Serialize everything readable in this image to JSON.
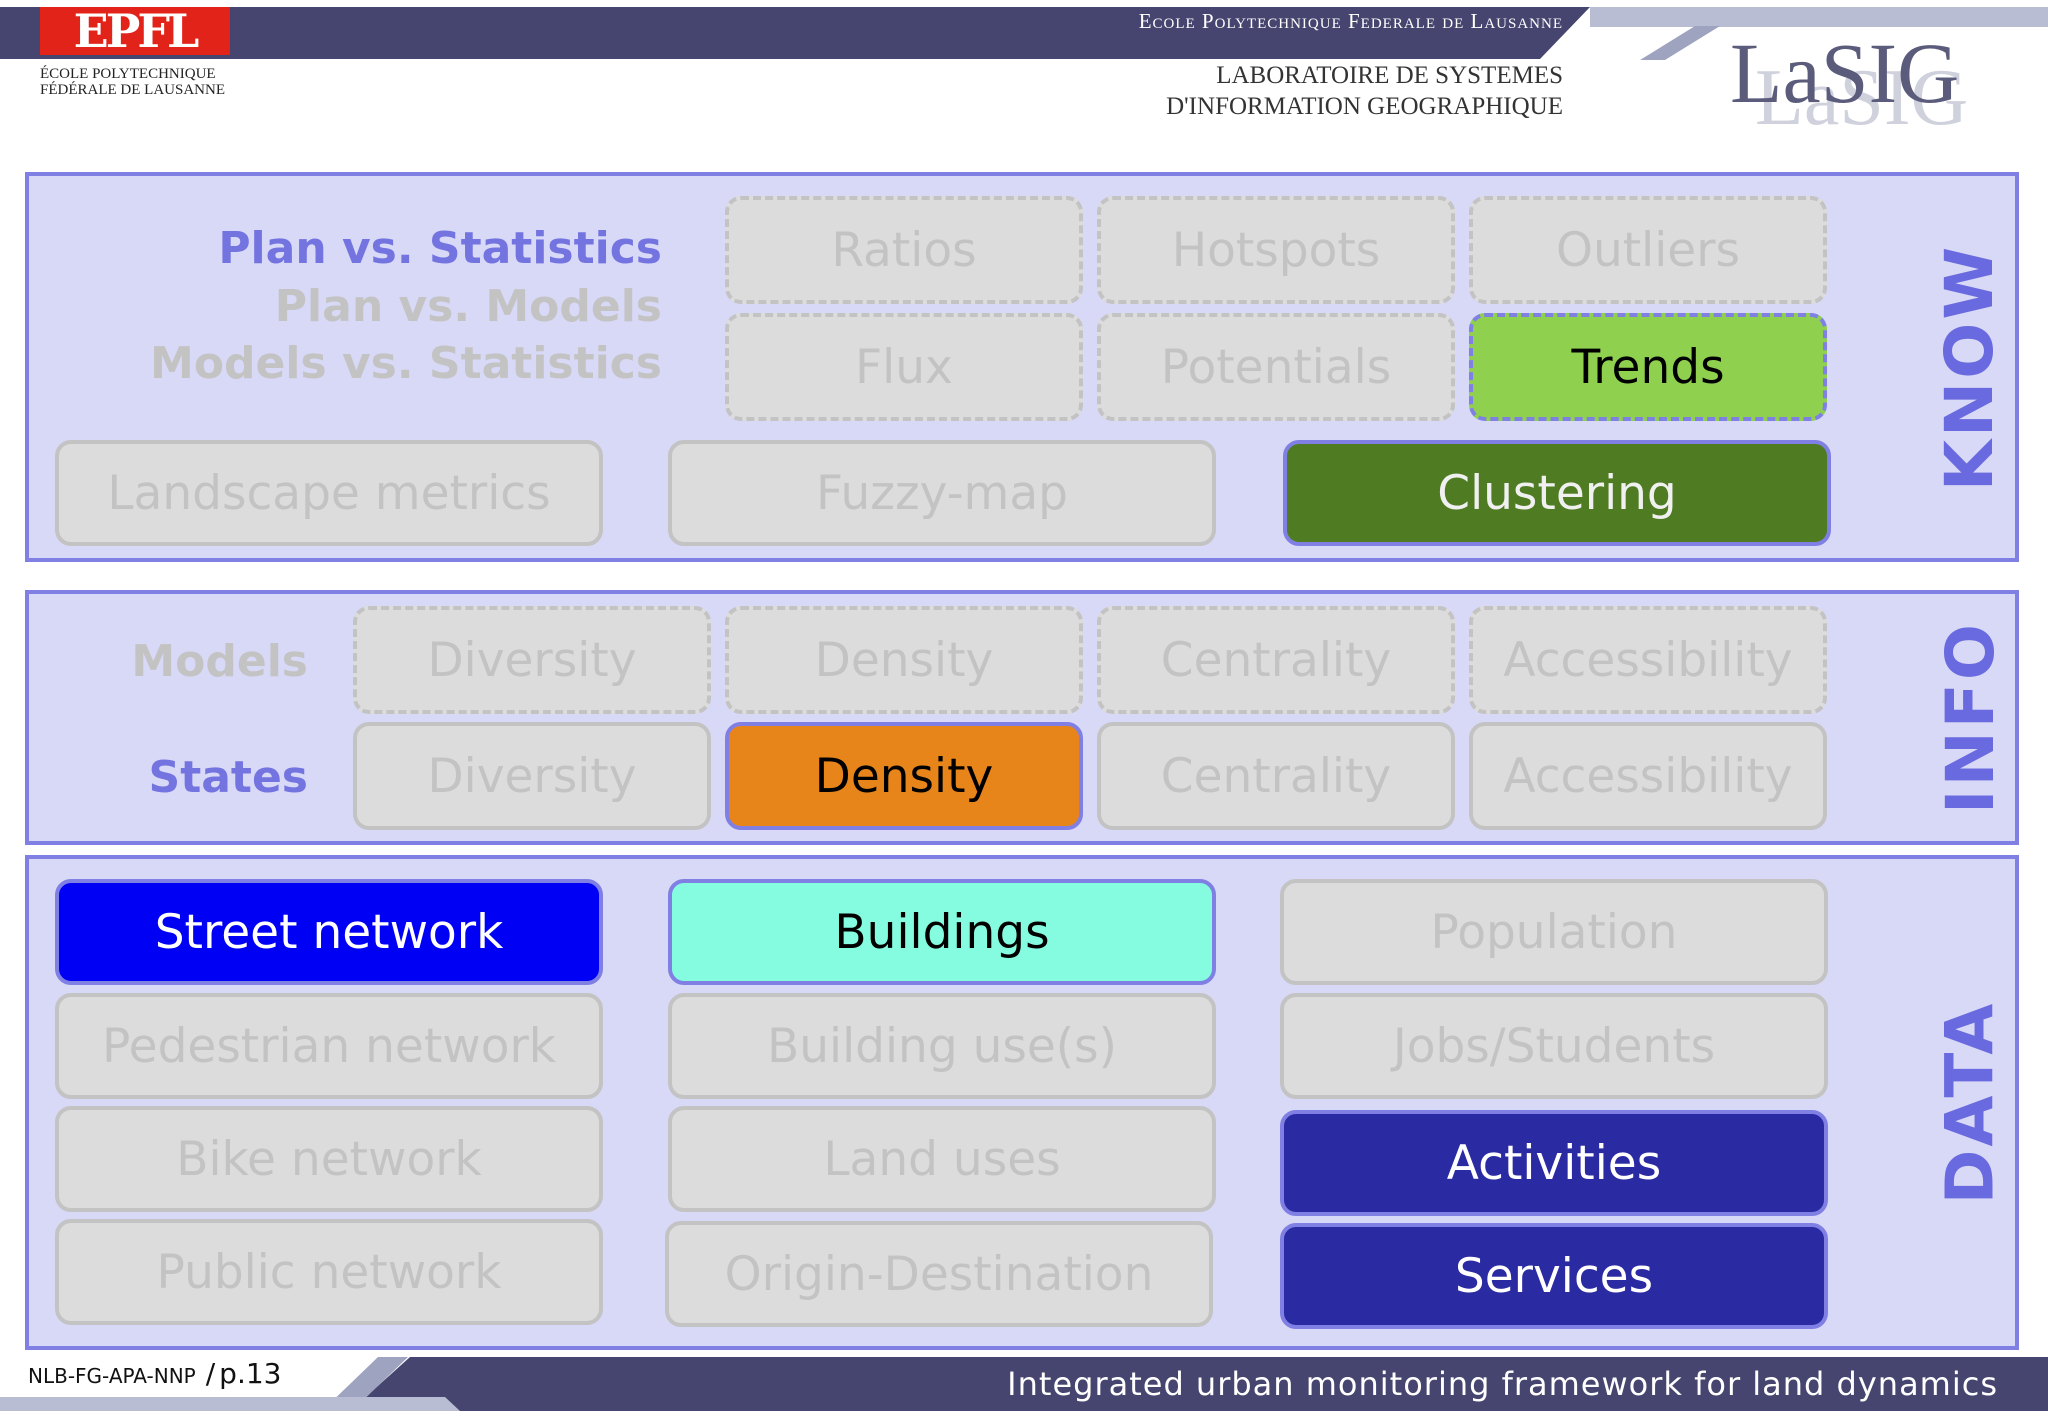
{
  "header": {
    "logo_text": "EPFL",
    "logo_sub_1": "École polytechnique",
    "logo_sub_2": "fédérale de Lausanne",
    "school": "Ecole Polytechnique Federale de Lausanne",
    "lab_line_1": "Laboratoire de systemes",
    "lab_line_2": "d'information geographique",
    "lab_logo": "LaSIG"
  },
  "colors": {
    "panel_fill": "#d8d8f7",
    "panel_border": "#8080e4",
    "label_accent": "#6a6ae0",
    "inactive_fill": "#dcdcdc",
    "inactive_text": "#c3c3c3",
    "trends": "#8fd14f",
    "clustering": "#4f7b22",
    "density": "#e8851a",
    "street_network": "#0000f5",
    "buildings": "#85fbe0",
    "activities_services": "#2a2aa3"
  },
  "know": {
    "side_label": "KNOW",
    "comparisons": [
      "Plan vs. Statistics",
      "Plan vs. Models",
      "Models vs. Statistics"
    ],
    "row1": [
      "Ratios",
      "Hotspots",
      "Outliers"
    ],
    "row2": [
      "Flux",
      "Potentials",
      "Trends"
    ],
    "row3": [
      "Landscape metrics",
      "Fuzzy-map",
      "Clustering"
    ]
  },
  "info": {
    "side_label": "INFO",
    "models_label": "Models",
    "states_label": "States",
    "models": [
      "Diversity",
      "Density",
      "Centrality",
      "Accessibility"
    ],
    "states": [
      "Diversity",
      "Density",
      "Centrality",
      "Accessibility"
    ]
  },
  "data": {
    "side_label": "DATA",
    "col1": [
      "Street network",
      "Pedestrian network",
      "Bike network",
      "Public network"
    ],
    "col2": [
      "Buildings",
      "Building use(s)",
      "Land uses",
      "Origin-Destination"
    ],
    "col3": [
      "Population",
      "Jobs/Students",
      "Activities",
      "Services"
    ]
  },
  "footer": {
    "code": "NLB-FG-APA-NNP",
    "separator": "/",
    "page": "p.13",
    "title": "Integrated urban monitoring framework for land dynamics"
  }
}
